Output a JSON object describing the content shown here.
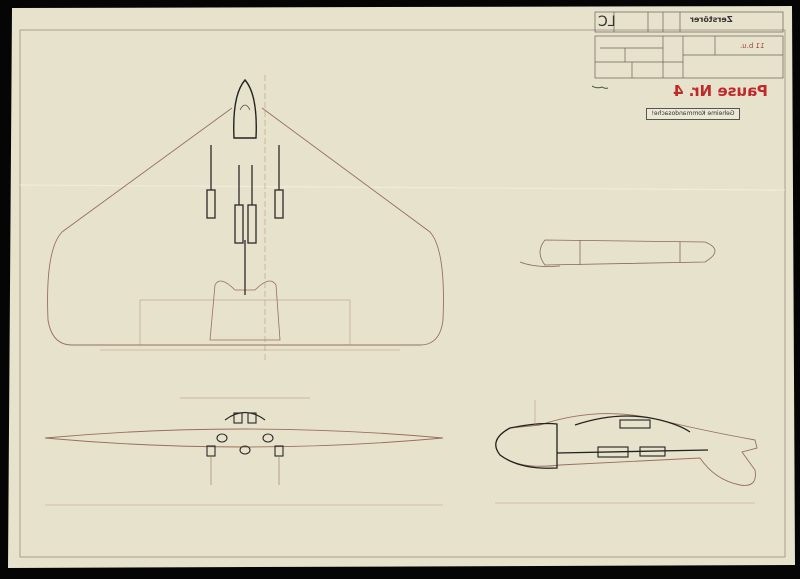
{
  "sheet": {
    "title_block": {
      "drawing_code": "LC",
      "name": "Zerstörer",
      "revision_note": "11 b.u."
    },
    "stamp": "Pause Nr. 4",
    "classification_label": "Geheime Kommandosache!",
    "colors": {
      "paper": "#e6e2cb",
      "line": "#8a6a5a",
      "ink": "#2a2a2a",
      "stamp": "#c0282a"
    },
    "text_mirrored": true
  }
}
